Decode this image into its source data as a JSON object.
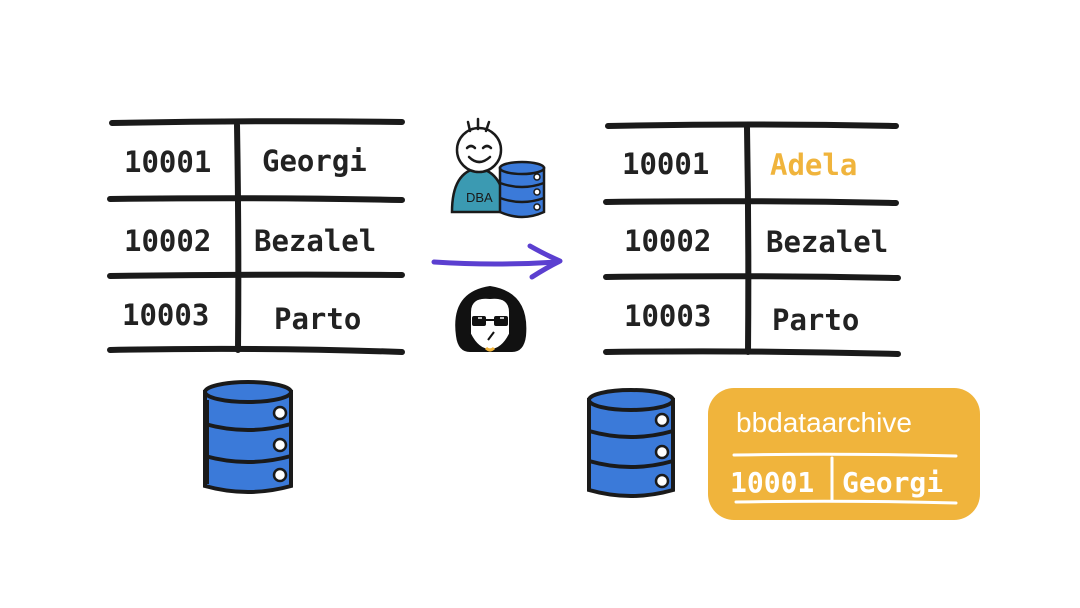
{
  "before_table": {
    "rows": [
      {
        "id": "10001",
        "name": "Georgi"
      },
      {
        "id": "10002",
        "name": "Bezalel"
      },
      {
        "id": "10003",
        "name": "Parto"
      }
    ]
  },
  "after_table": {
    "rows": [
      {
        "id": "10001",
        "name": "Adela"
      },
      {
        "id": "10002",
        "name": "Bezalel"
      },
      {
        "id": "10003",
        "name": "Parto"
      }
    ]
  },
  "dba_badge": "DBA",
  "archive": {
    "title": "bbdataarchive",
    "row": {
      "id": "10001",
      "name": "Georgi"
    }
  },
  "colors": {
    "ink": "#222222",
    "highlight": "#f0b43c",
    "arrow": "#5b3fd0",
    "database": "#3b7ad9",
    "archive_bg": "#f0b43c",
    "dba_body": "#3b9ab2"
  }
}
